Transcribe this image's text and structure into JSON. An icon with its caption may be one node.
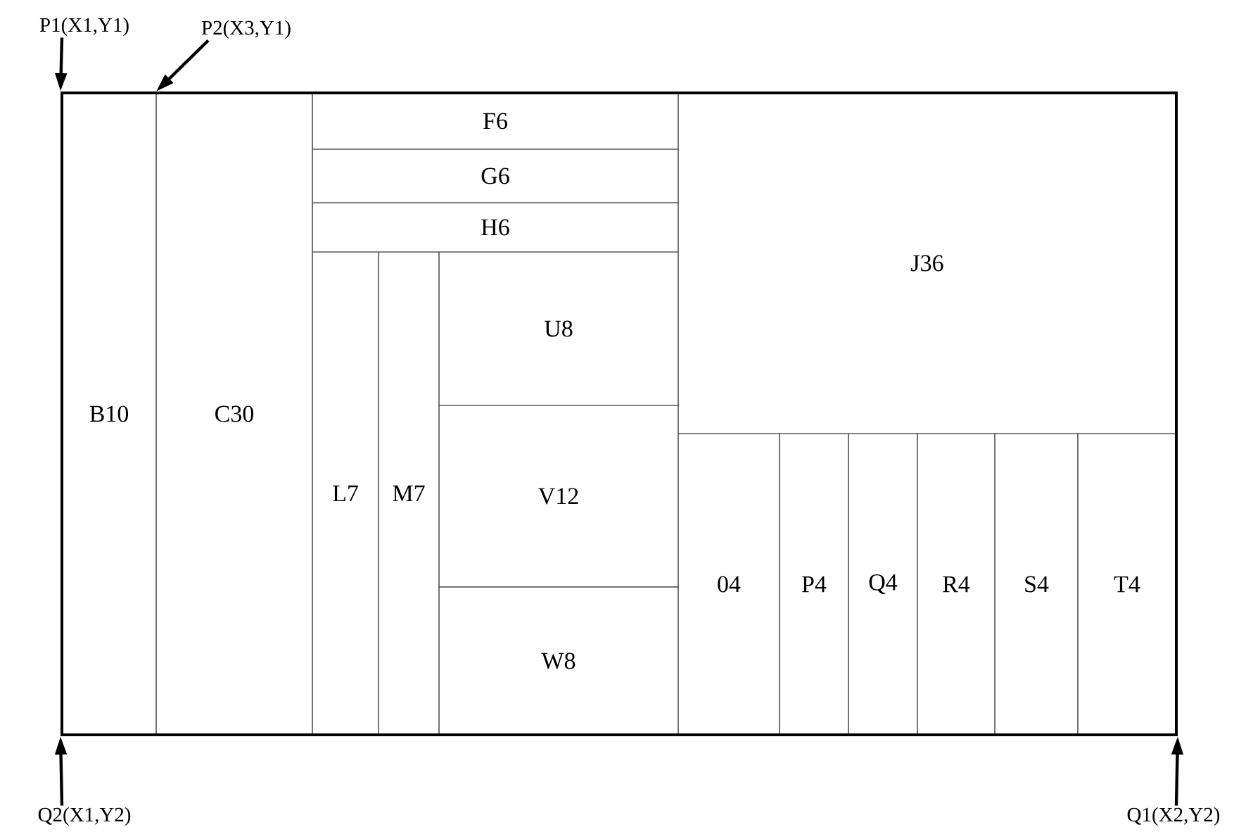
{
  "diagram": {
    "nodes": [
      {
        "text": [
          "P1(X1,Y1)"
        ]
      },
      {
        "text": [
          "P2(X3,Y1)"
        ]
      },
      {
        "text": [],
        "shape": "box"
      },
      {
        "text": [
          "B10"
        ],
        "in": 2
      },
      {
        "text": [
          "C30"
        ],
        "in": 2
      },
      {
        "text": [
          "F6"
        ],
        "in": 2
      },
      {
        "text": [
          "G6"
        ],
        "in": 2
      },
      {
        "text": [
          "H6"
        ],
        "in": 2
      },
      {
        "text": [
          "J36"
        ],
        "in": 2
      },
      {
        "text": [
          "L7"
        ],
        "in": 2
      },
      {
        "text": [
          "M7"
        ],
        "in": 2
      },
      {
        "text": [
          "U8"
        ],
        "in": 2
      },
      {
        "text": [
          "V12"
        ],
        "in": 2
      },
      {
        "text": [
          "04"
        ],
        "in": 2
      },
      {
        "text": [
          "P4"
        ],
        "in": 2
      },
      {
        "text": [
          "Q4"
        ],
        "in": 2
      },
      {
        "text": [
          "R4"
        ],
        "in": 2
      },
      {
        "text": [
          "S4"
        ],
        "in": 2
      },
      {
        "text": [
          "T4"
        ],
        "in": 2
      },
      {
        "text": [
          "W8"
        ],
        "in": 2
      },
      {
        "text": [
          "Q2(X1,Y2)"
        ]
      },
      {
        "text": [
          "Q1(X2,Y2)"
        ]
      }
    ],
    "edges": [
      {
        "from": 0,
        "to": 2,
        "arrow": "to"
      },
      {
        "from": 1,
        "to": 2,
        "arrow": "to"
      },
      {
        "from": 20,
        "to": 2,
        "arrow": "to"
      },
      {
        "from": 21,
        "to": 2,
        "arrow": "to"
      }
    ]
  }
}
